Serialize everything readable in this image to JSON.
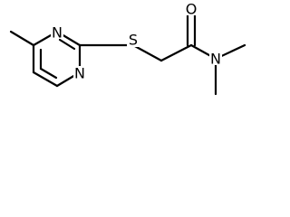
{
  "molecule": {
    "atoms": {
      "n_ring_upper": "N",
      "n_ring_lower": "N",
      "sulfur": "S",
      "oxygen": "O",
      "n_amide": "N"
    }
  },
  "colors": {
    "bond": "#000000",
    "label": "#000000",
    "background": "#ffffff"
  }
}
